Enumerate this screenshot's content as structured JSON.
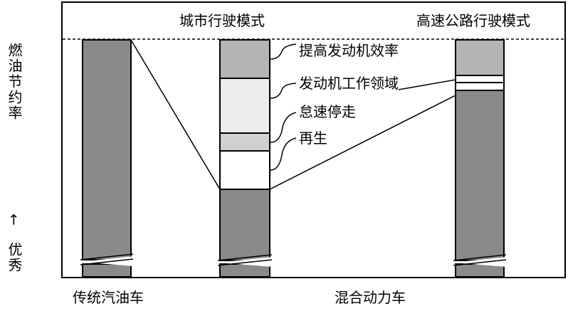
{
  "diagram": {
    "header": {
      "city_mode": "城市行驶模式",
      "highway_mode": "高速公路行驶模式"
    },
    "y_axis": {
      "fuel_saving_rate": "燃油节约率",
      "arrow": "←",
      "better": "优秀"
    },
    "bottom_labels": {
      "conventional": "传统汽油车",
      "hybrid": "混合动力车"
    },
    "annotations": [
      "提高发动机效率",
      "发动机工作领域",
      "怠速停走",
      "再生"
    ],
    "colors": {
      "dark": "#8a8a8a",
      "medium": "#b4b4b4",
      "light": "#ececec",
      "white": "#ffffff"
    }
  }
}
